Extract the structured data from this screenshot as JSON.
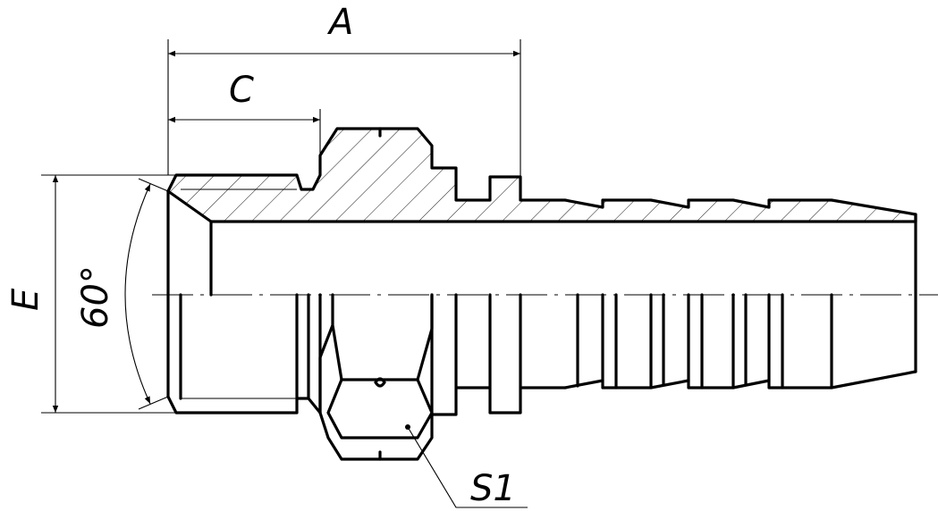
{
  "drawing": {
    "labels": {
      "dim_a": "A",
      "dim_c": "C",
      "dim_e": "E",
      "angle": "60°",
      "hex_size": "S1"
    },
    "colors": {
      "line": "#000000",
      "background": "#ffffff"
    }
  }
}
